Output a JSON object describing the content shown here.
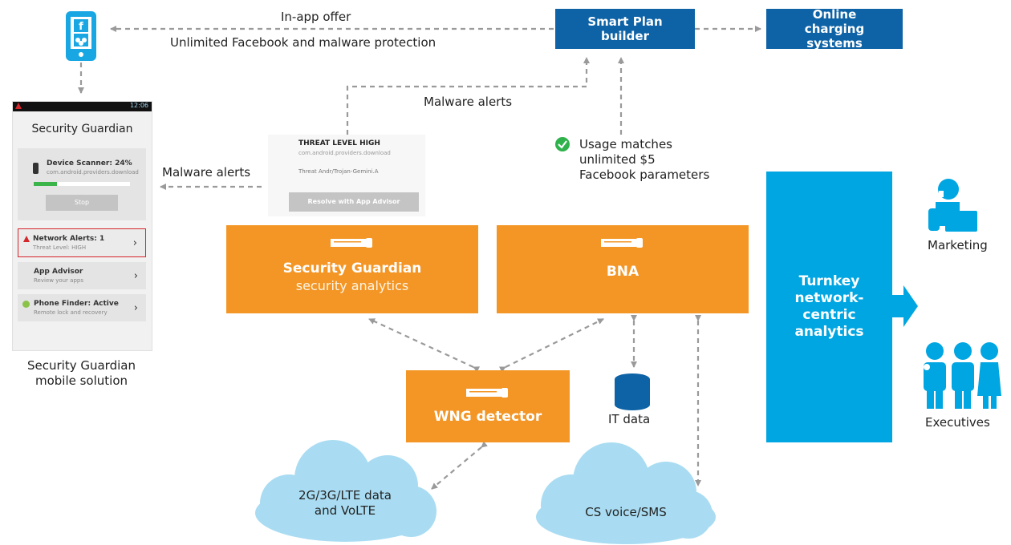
{
  "colors": {
    "blue": "#0e63a6",
    "orange": "#f39625",
    "cyan": "#00a6e2",
    "cloud": "#a9dcf2",
    "arrow": "#9a9a9a"
  },
  "smart_plan": "Smart Plan builder",
  "online_charging": "Online charging systems",
  "offer_line1": "In-app offer",
  "offer_line2": "Unlimited Facebook and malware protection",
  "malware_alerts_top": "Malware alerts",
  "malware_alerts_left": "Malware alerts",
  "usage_matches": [
    "Usage matches",
    "unlimited $5",
    "Facebook parameters"
  ],
  "threat": {
    "title": "THREAT LEVEL HIGH",
    "package": "com.android.providers.download",
    "threat_name": "Threat Andr/Trojan-Gemini.A",
    "button": "Resolve with App Advisor"
  },
  "phone": {
    "status_time": "12:06",
    "title": "Security Guardian",
    "scanner_title": "Device Scanner: 24%",
    "scanner_sub": "com.android.providers.download",
    "scanner_progress": 0.24,
    "stop": "Stop",
    "network_alerts_title": "Network Alerts: 1",
    "network_alerts_sub": "Threat Level: HIGH",
    "app_advisor_title": "App Advisor",
    "app_advisor_sub": "Review your apps",
    "phone_finder_title": "Phone Finder: Active",
    "phone_finder_sub": "Remote lock and recovery",
    "caption": [
      "Security Guardian",
      "mobile solution"
    ]
  },
  "security_guardian_box": {
    "title": "Security Guardian",
    "sub": "security analytics"
  },
  "bna": "BNA",
  "wng": "WNG detector",
  "it_data": "IT data",
  "turnkey": [
    "Turnkey",
    "network-",
    "centric",
    "analytics"
  ],
  "marketing": "Marketing",
  "executives": "Executives",
  "cloud_left": [
    "2G/3G/LTE data",
    "and VoLTE"
  ],
  "cloud_right": "CS voice/SMS",
  "icons": [
    "mobile-facebook-icon",
    "plug-icon",
    "database-icon",
    "person-laptop-icon",
    "people-group-icon",
    "check-icon",
    "warning-icon"
  ]
}
